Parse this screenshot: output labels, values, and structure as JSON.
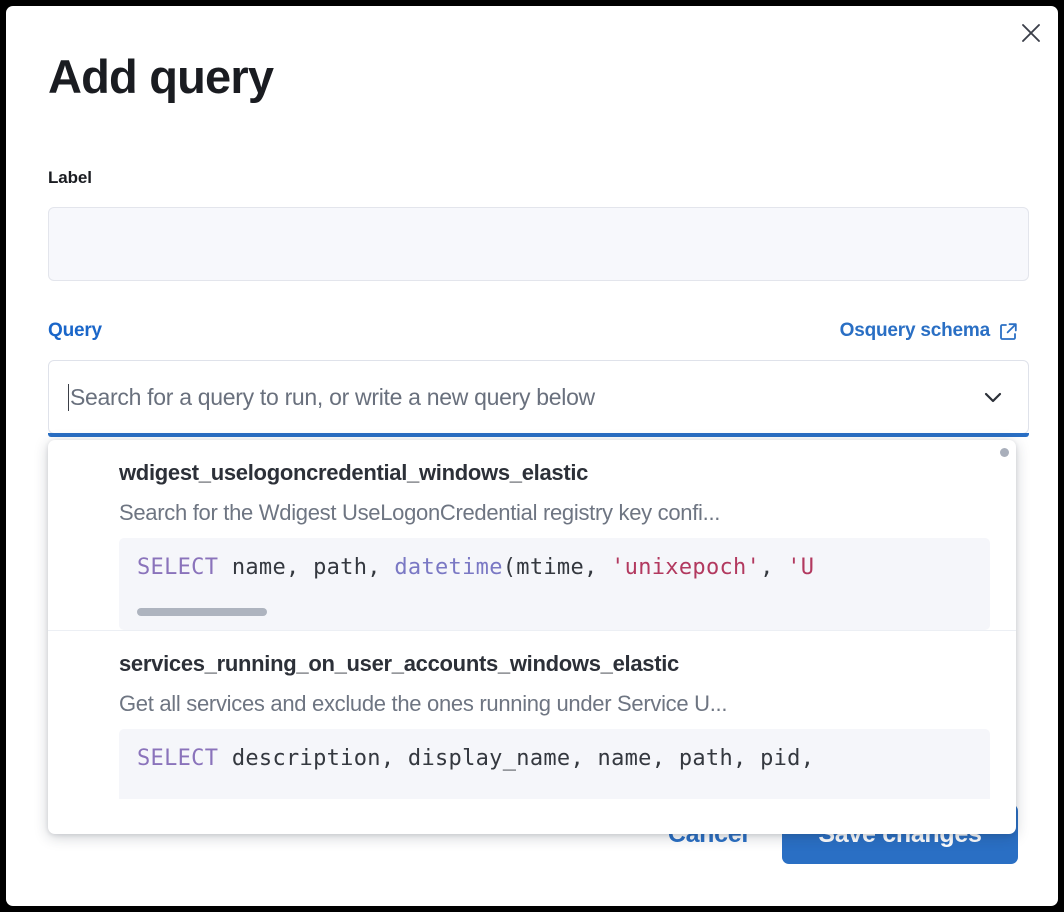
{
  "dialog": {
    "title": "Add query",
    "close_icon": "close-icon"
  },
  "label_field": {
    "label": "Label",
    "value": "",
    "placeholder": ""
  },
  "query_section": {
    "label": "Query",
    "schema_link": "Osquery schema",
    "schema_link_icon": "external-link-icon",
    "combobox": {
      "value": "",
      "placeholder": "Search for a query to run, or write a new query below",
      "caret_icon": "chevron-down-icon"
    }
  },
  "dropdown": {
    "items": [
      {
        "title": "wdigest_uselogoncredential_windows_elastic",
        "description": "Search for the Wdigest UseLogonCredential registry key confi...",
        "code": {
          "tokens": [
            {
              "t": "SELECT",
              "c": "kw"
            },
            {
              "t": " name, path, ",
              "c": ""
            },
            {
              "t": "datetime",
              "c": "fn"
            },
            {
              "t": "(mtime, ",
              "c": ""
            },
            {
              "t": "'unixepoch'",
              "c": "str"
            },
            {
              "t": ", ",
              "c": ""
            },
            {
              "t": "'U",
              "c": "str"
            }
          ]
        }
      },
      {
        "title": "services_running_on_user_accounts_windows_elastic",
        "description": "Get all services and exclude the ones running under Service U...",
        "code": {
          "tokens": [
            {
              "t": "SELECT",
              "c": "kw"
            },
            {
              "t": " description, display_name, name, path, pid,",
              "c": ""
            }
          ]
        }
      }
    ]
  },
  "footer": {
    "cancel_label": "Cancel",
    "save_label": "Save changes"
  },
  "colors": {
    "accent": "#2a6fc4",
    "link": "#1a66c9",
    "text": "#1a1c21",
    "muted": "#6e7582",
    "code_bg": "#f5f6fa",
    "keyword": "#8a73bb",
    "function": "#7a78c4",
    "string": "#b2395f",
    "input_bg": "#f7f8fc"
  }
}
